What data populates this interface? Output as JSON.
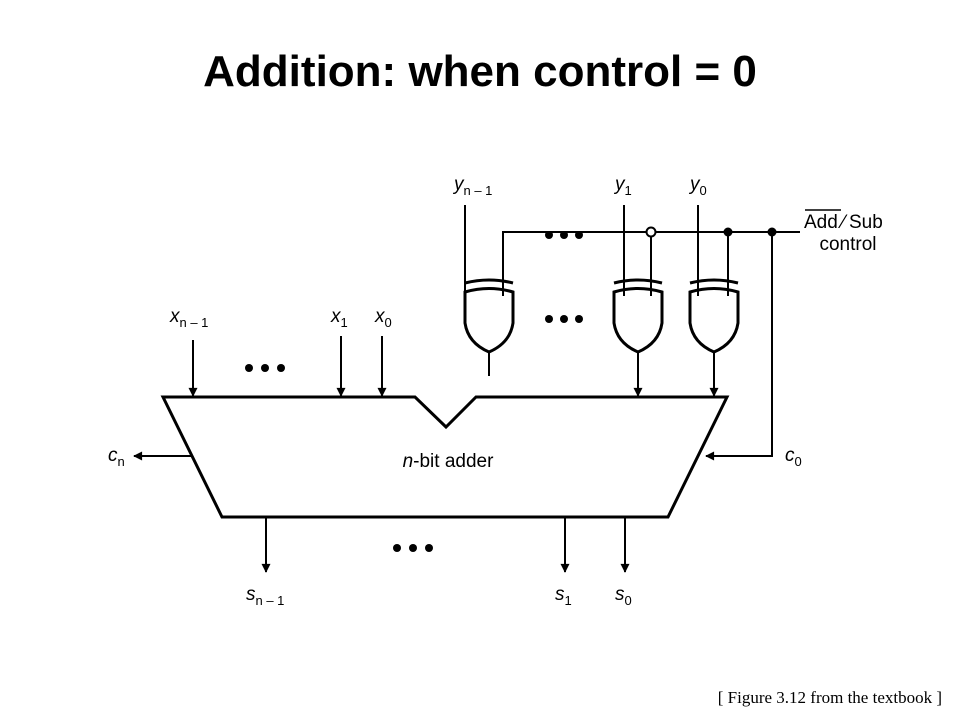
{
  "title": {
    "left": "Addition:",
    "right": "when control = 0"
  },
  "y_inputs": {
    "n_minus_1": {
      "base": "y",
      "sub": "n – 1"
    },
    "one": {
      "base": "y",
      "sub": "1"
    },
    "zero": {
      "base": "y",
      "sub": "0"
    }
  },
  "x_inputs": {
    "n_minus_1": {
      "base": "x",
      "sub": "n – 1"
    },
    "one": {
      "base": "x",
      "sub": "1"
    },
    "zero": {
      "base": "x",
      "sub": "0"
    }
  },
  "sum_outputs": {
    "n_minus_1": {
      "base": "s",
      "sub": "n – 1"
    },
    "one": {
      "base": "s",
      "sub": "1"
    },
    "zero": {
      "base": "s",
      "sub": "0"
    }
  },
  "carry_out": {
    "base": "c",
    "sub": "n"
  },
  "carry_in": {
    "base": "c",
    "sub": "0"
  },
  "control": {
    "add": "Add",
    "slash": "⁄",
    "sub": "Sub",
    "second_line": "control"
  },
  "adder": {
    "label_italic": "n",
    "label_rest": "-bit adder"
  },
  "caption": "[ Figure 3.12 from the textbook ]",
  "icons": {
    "xor_gate": "xor-gate-icon",
    "junction": "junction-dot-icon",
    "ellipsis": "ellipsis-dots-icon"
  }
}
